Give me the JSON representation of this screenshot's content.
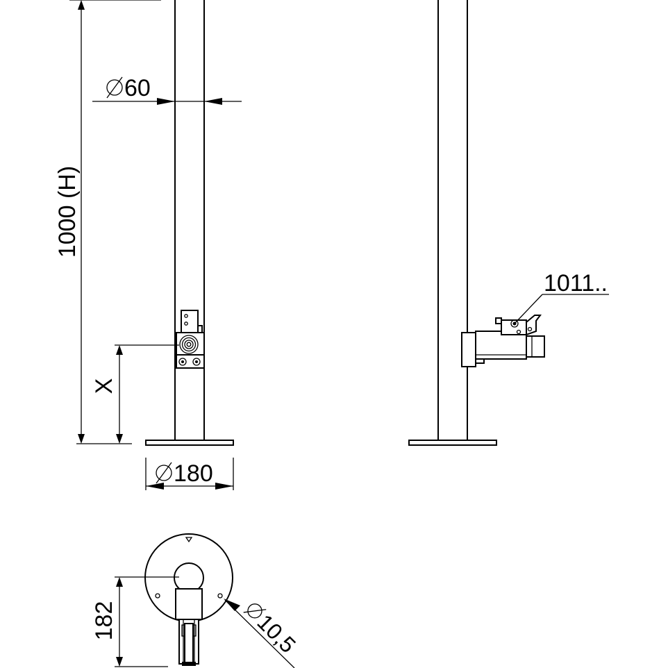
{
  "drawing": {
    "labels": {
      "height": "1000 (H)",
      "tube_diameter": "60",
      "base_diameter": "180",
      "x_dim": "X",
      "part_ref": "1011..",
      "depth": "182",
      "hole_diameter": "10,5"
    },
    "symbols": {
      "diameter": "diameter-symbol"
    },
    "colors": {
      "line": "#000000",
      "background": "#ffffff"
    }
  }
}
